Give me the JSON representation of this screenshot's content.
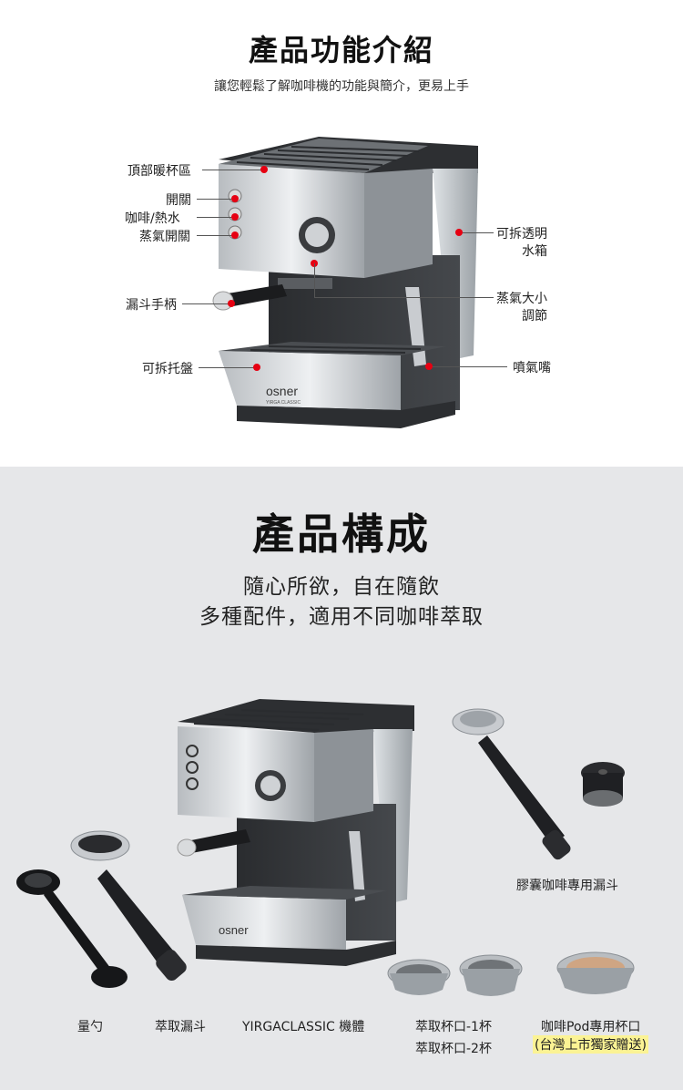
{
  "section_functions": {
    "title": "產品功能介紹",
    "subtitle": "讓您輕鬆了解咖啡機的功能與簡介，更易上手",
    "labels": {
      "top_warmer": "頂部暖杯區",
      "power_switch": "開關",
      "coffee_hot_water": "咖啡/熱水",
      "steam_switch": "蒸氣開關",
      "portafilter_handle": "漏斗手柄",
      "drip_tray": "可拆托盤",
      "water_tank_line1": "可拆透明",
      "water_tank_line2": "水箱",
      "steam_adjust_line1": "蒸氣大小",
      "steam_adjust_line2": "調節",
      "steam_nozzle": "噴氣嘴"
    },
    "brand": "osner",
    "brand_sub": "YIRGA CLASSIC"
  },
  "section_components": {
    "title": "產品構成",
    "subtitle_line1": "隨心所欲，自在隨飲",
    "subtitle_line2": "多種配件，適用不同咖啡萃取",
    "captions": {
      "capsule_funnel": "膠囊咖啡專用漏斗",
      "scoop": "量勺",
      "filter_funnel": "萃取漏斗",
      "body": "YIRGACLASSIC 機體",
      "cup1": "萃取杯口-1杯",
      "cup2": "萃取杯口-2杯",
      "pod_cup": "咖啡Pod專用杯口",
      "exclusive": "(台灣上市獨家贈送)"
    }
  },
  "colors": {
    "accent_red": "#e60012",
    "highlight_yellow": "#fbf394",
    "section2_bg": "#e6e7e9"
  }
}
